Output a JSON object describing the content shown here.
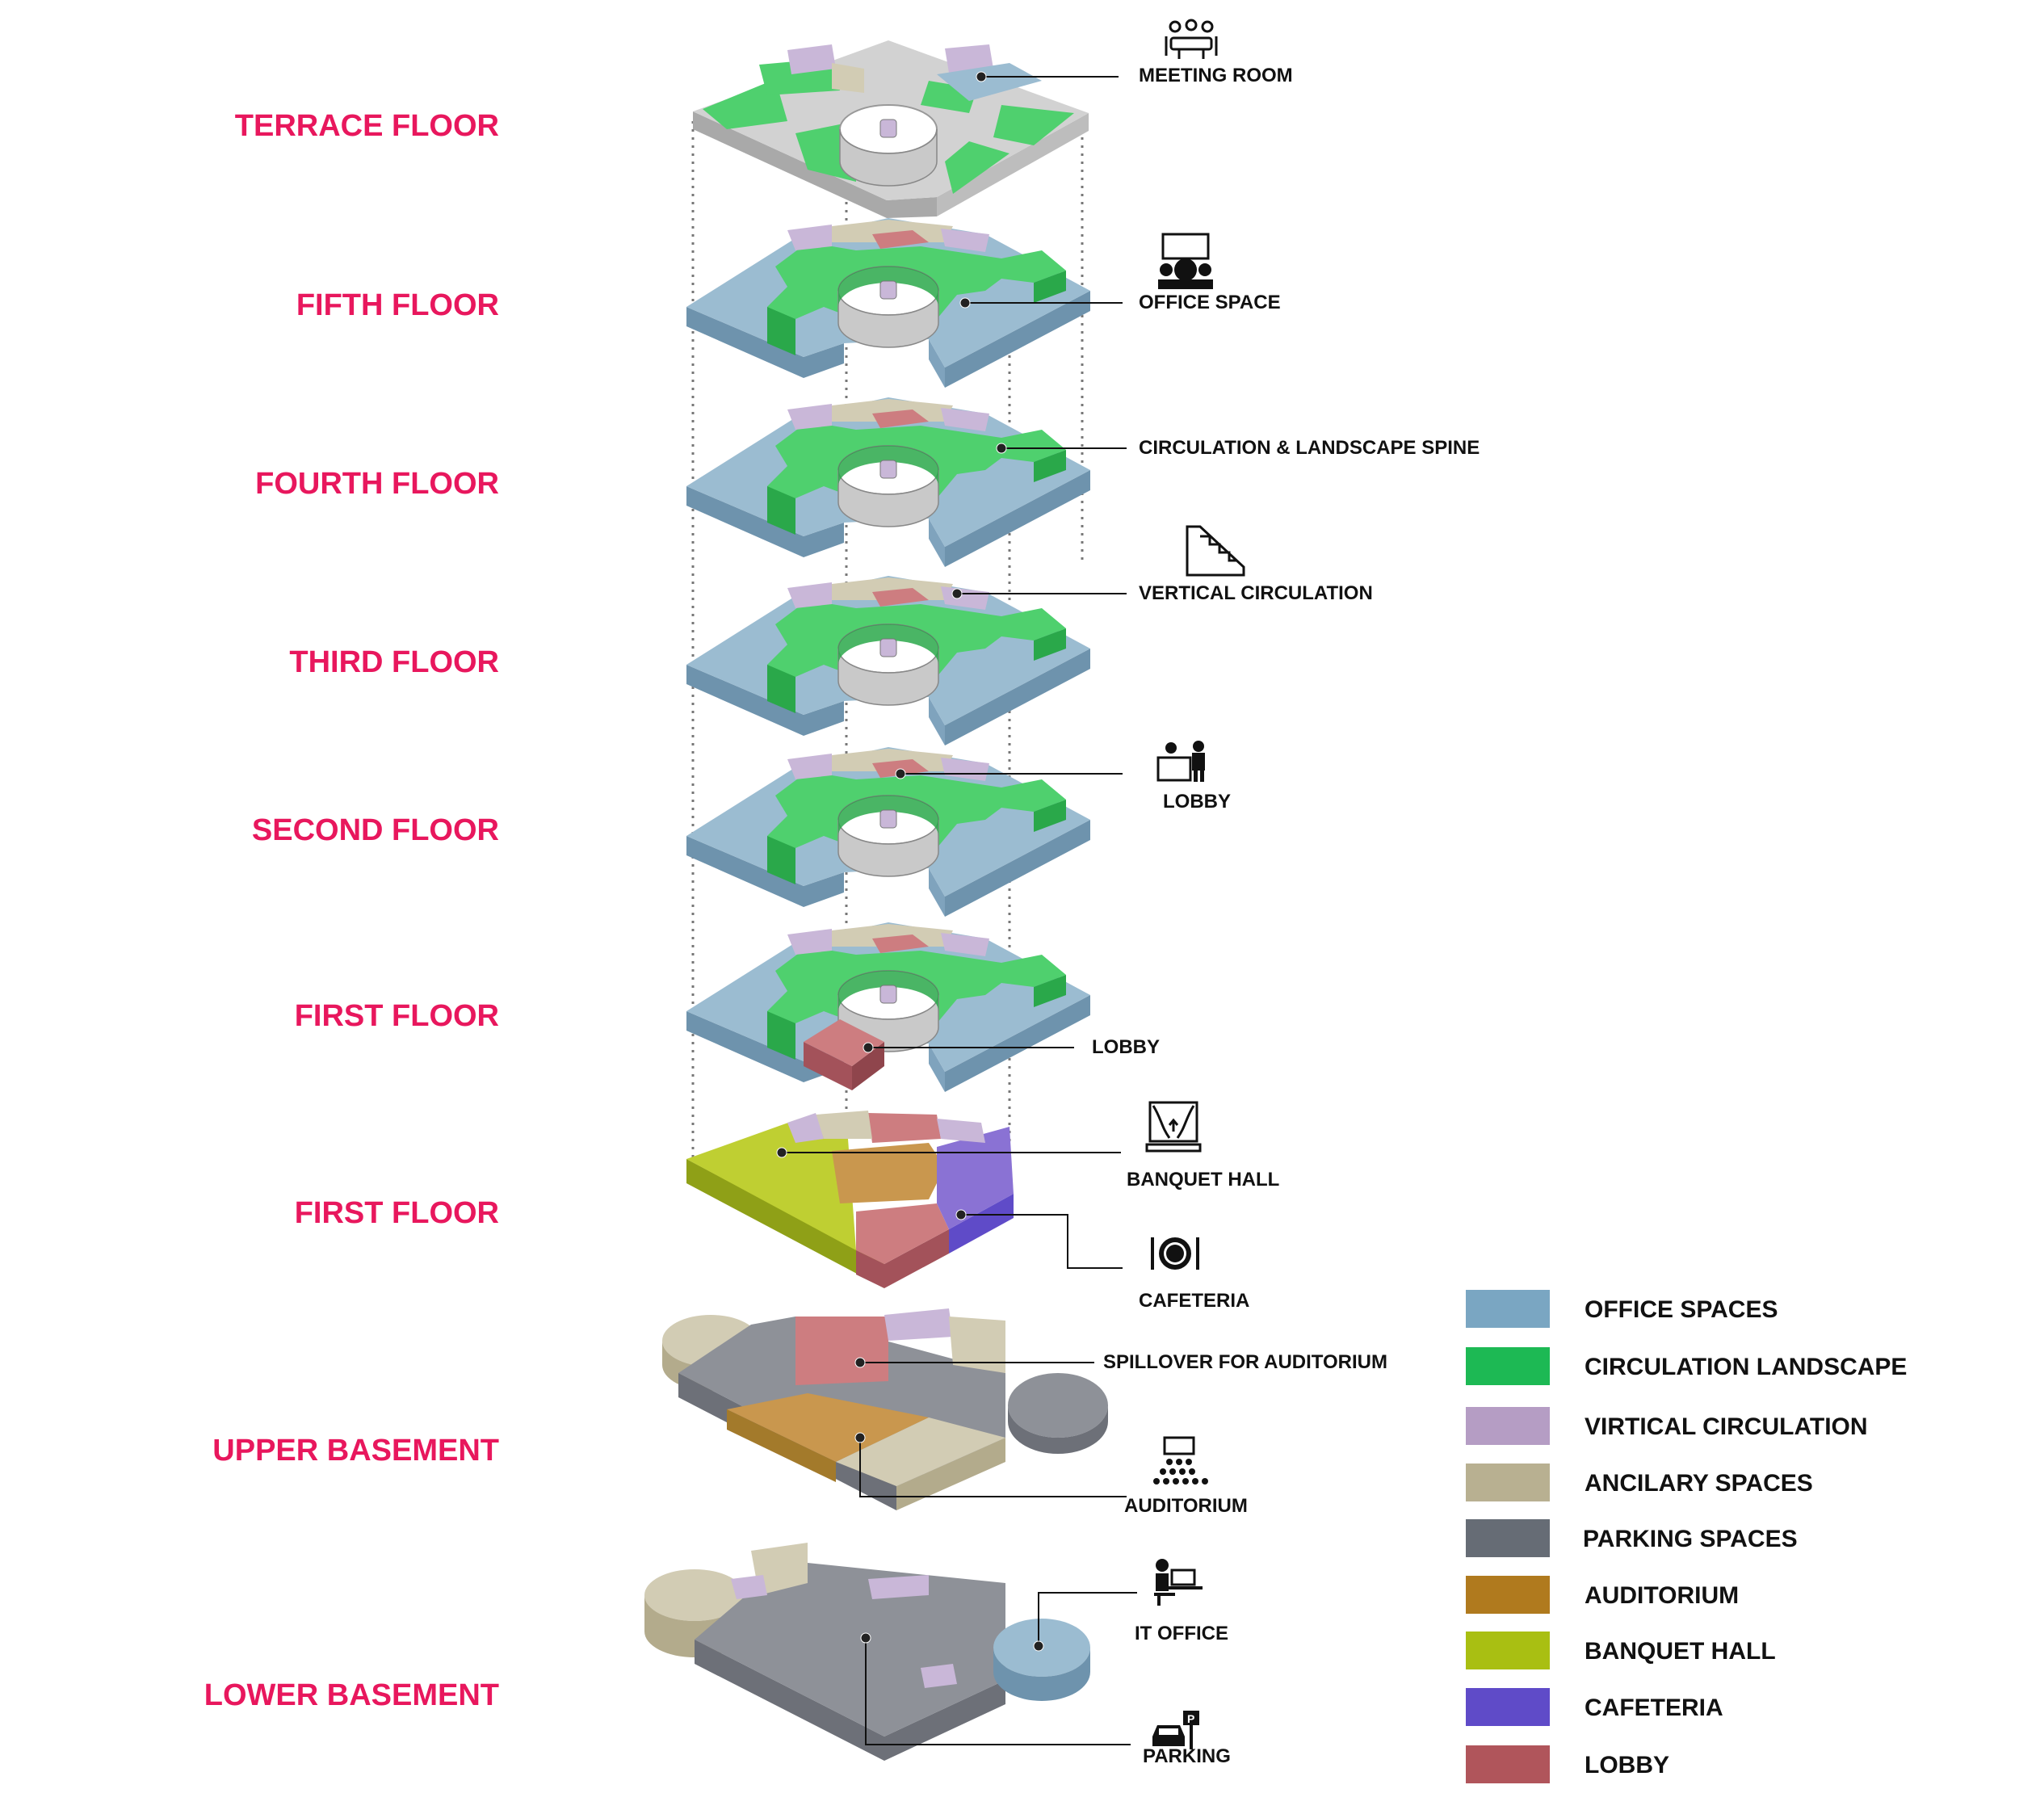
{
  "floor_labels": {
    "terrace": "TERRACE FLOOR",
    "fifth": "FIFTH FLOOR",
    "fourth": "FOURTH FLOOR",
    "third": "THIRD FLOOR",
    "second": "SECOND FLOOR",
    "first_a": "FIRST FLOOR",
    "first_b": "FIRST FLOOR",
    "upper_basement": "UPPER BASEMENT",
    "lower_basement": "LOWER BASEMENT"
  },
  "callouts": {
    "meeting_room": "MEETING ROOM",
    "office_space": "OFFICE SPACE",
    "circulation_spine": "CIRCULATION & LANDSCAPE SPINE",
    "vertical_circulation": "VERTICAL CIRCULATION",
    "lobby_second": "LOBBY",
    "lobby_first": "LOBBY",
    "banquet_hall": "BANQUET HALL",
    "cafeteria": "CAFETERIA",
    "spillover": "SPILLOVER FOR AUDITORIUM",
    "auditorium": "AUDITORIUM",
    "it_office": "IT OFFICE",
    "parking": "PARKING"
  },
  "legend": [
    {
      "label": "OFFICE SPACES",
      "color": "#7aa6c2"
    },
    {
      "label": "CIRCULATION LANDSCAPE",
      "color": "#1db954"
    },
    {
      "label": "VIRTICAL CIRCULATION",
      "color": "#b59dc4"
    },
    {
      "label": "ANCILARY SPACES",
      "color": "#b8b091"
    },
    {
      "label": "PARKING SPACES",
      "color": "#666c75"
    },
    {
      "label": "AUDITORIUM",
      "color": "#b07a1e"
    },
    {
      "label": "BANQUET HALL",
      "color": "#a9bf12"
    },
    {
      "label": "CAFETERIA",
      "color": "#5f4bc8"
    },
    {
      "label": "LOBBY",
      "color": "#b0555b"
    }
  ],
  "colors": {
    "office": "#9bbcd1",
    "office_side": "#6e93ad",
    "green": "#4fd06e",
    "green_side": "#2aa84a",
    "violet": "#c9b7d8",
    "ancillary": "#d2ccb4",
    "ancillary_side": "#b3ab8c",
    "parking": "#8e9198",
    "parking_side": "#6d7078",
    "auditorium": "#c9974e",
    "banquet": "#bfcf32",
    "banquet_side": "#8fa017",
    "cafeteria": "#8a72d4",
    "cafeteria_side": "#5f4bc8",
    "lobby": "#cd7d80",
    "lobby_side": "#a3525a",
    "terrace_top": "#d2d2d2",
    "terrace_side": "#a9a9a9",
    "core": "#c9c9c9"
  }
}
